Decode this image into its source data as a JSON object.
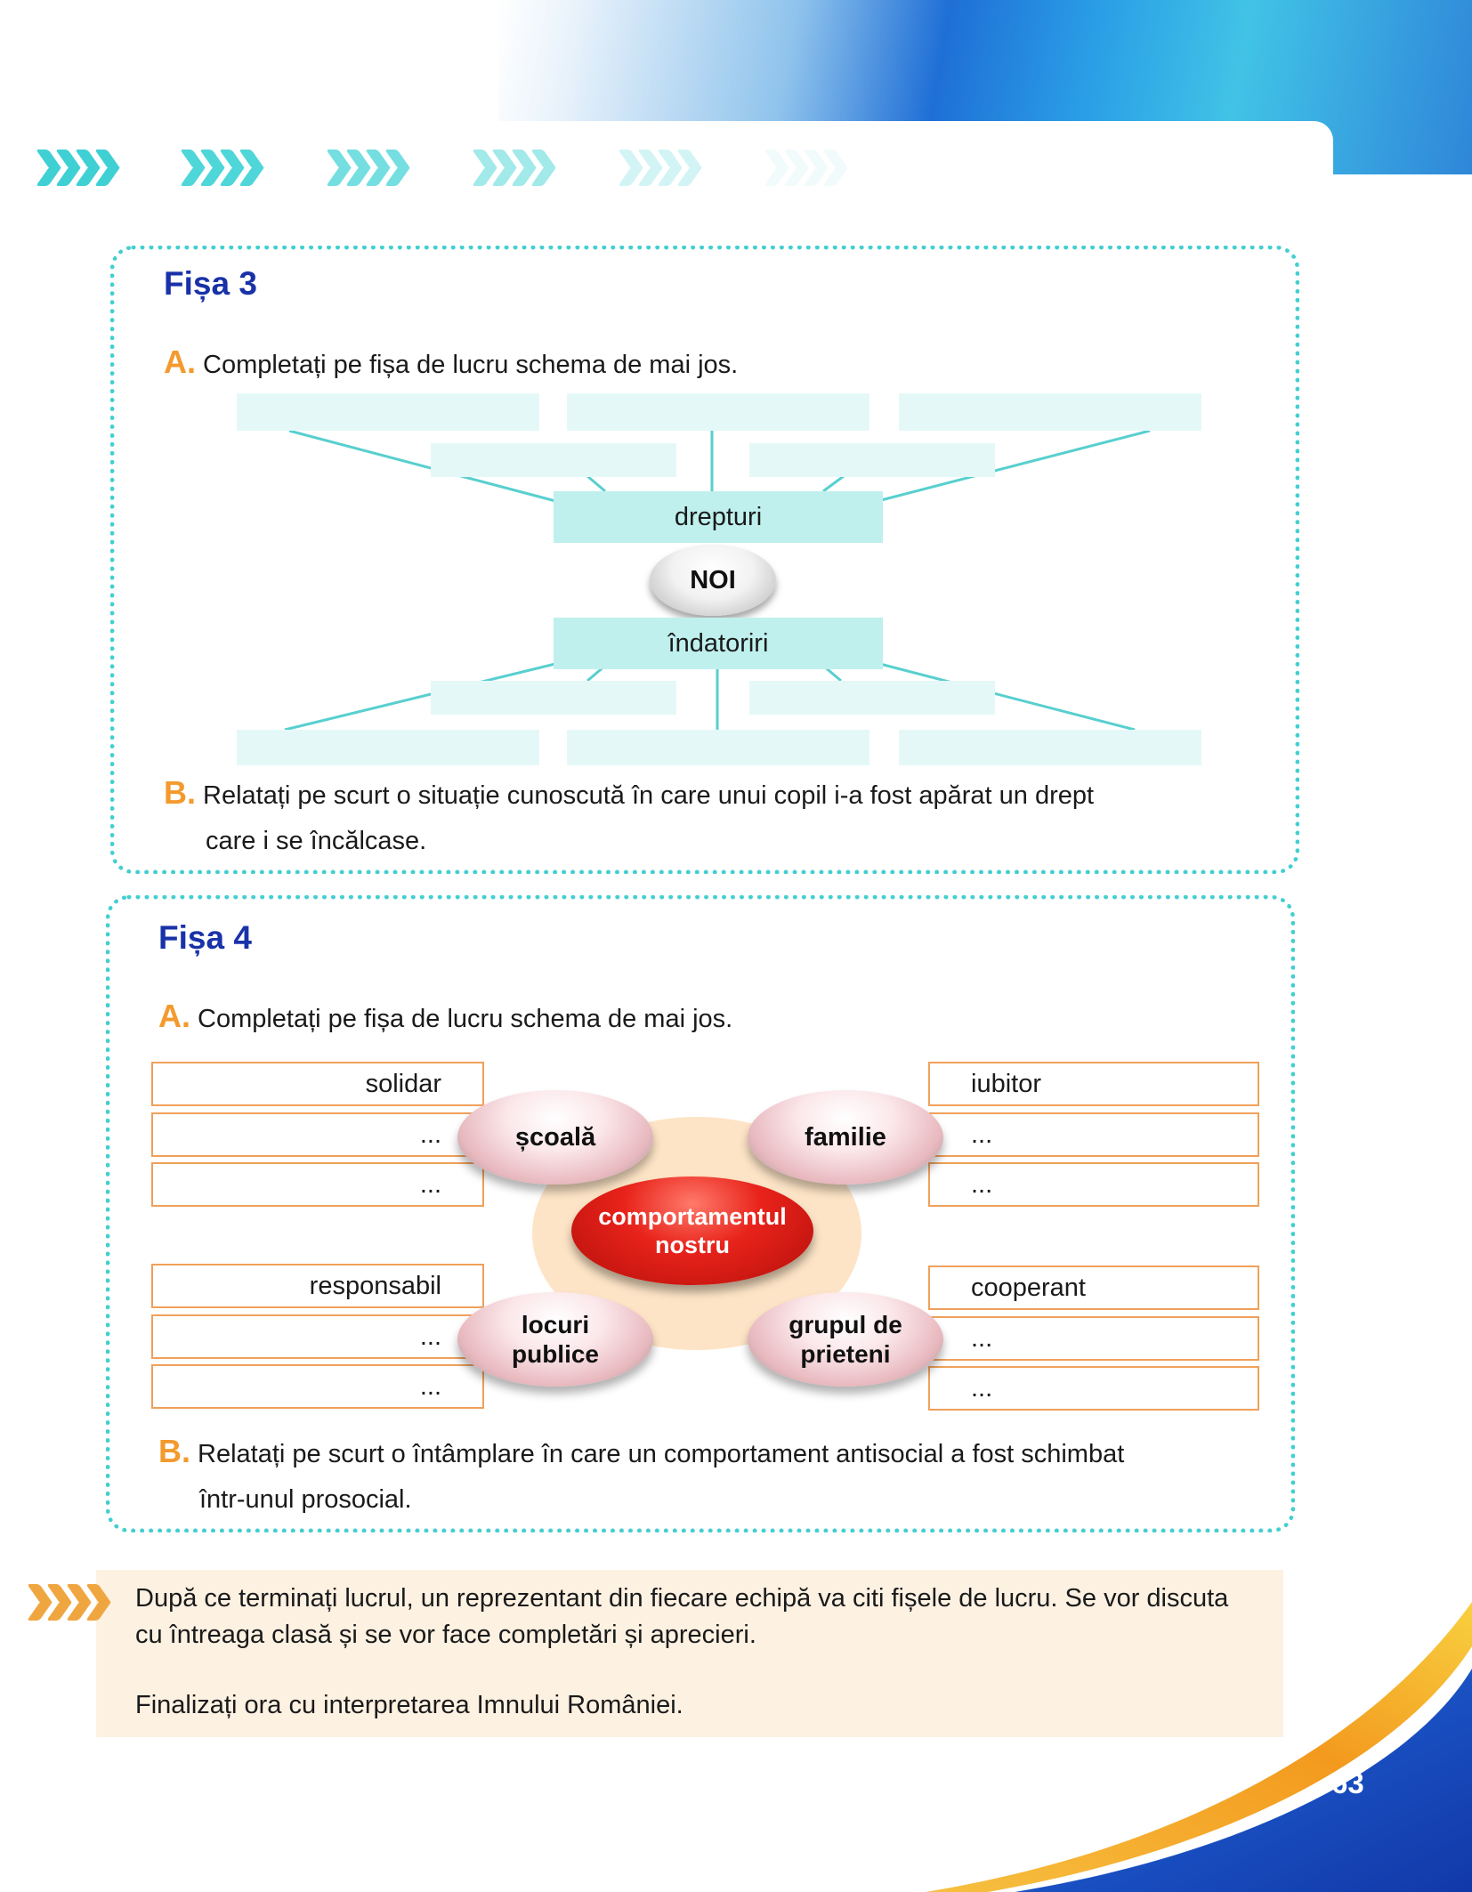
{
  "fisa3": {
    "title": "Fișa 3",
    "a_letter": "A.",
    "a_text": "Completați pe fișa de lucru schema de mai jos.",
    "diagram": {
      "top_label": "drepturi",
      "center_label": "NOI",
      "bottom_label": "îndatoriri"
    },
    "b_letter": "B.",
    "b_line1": "Relatați pe scurt o situație cunoscută în care unui copil i-a fost apărat un drept",
    "b_line2": "care i se încălcase."
  },
  "fisa4": {
    "title": "Fișa 4",
    "a_letter": "A.",
    "a_text": "Completați pe fișa de lucru schema de mai jos.",
    "center": "comportamentul nostru",
    "nodes": {
      "scoala": "școală",
      "familie": "familie",
      "locuri_publice": "locuri publice",
      "grupul_de_prieteni": "grupul de prieteni"
    },
    "left_top": [
      "solidar",
      "...",
      "..."
    ],
    "right_top": [
      "iubitor",
      "...",
      "..."
    ],
    "left_bottom": [
      "responsabil",
      "...",
      "..."
    ],
    "right_bottom": [
      "cooperant",
      "...",
      "..."
    ],
    "b_letter": "B.",
    "b_line1": "Relatați pe scurt o întâmplare în care un comportament antisocial a fost schimbat",
    "b_line2": "într-unul prosocial."
  },
  "note": {
    "line1": "După ce terminați lucrul, un reprezentant din fiecare echipă va citi fișele de lucru. Se vor discuta",
    "line2": "cu întreaga clasă și se vor face completări și aprecieri.",
    "line3": "Finalizați ora cu interpretarea Imnului României."
  },
  "page_number": "63",
  "colors": {
    "title_blue": "#1932a8",
    "letter_orange": "#f39a2e",
    "dotted_border": "#43cfd1",
    "teal_chevron": "#46d3d6",
    "orange_chevron": "#f0a640"
  }
}
